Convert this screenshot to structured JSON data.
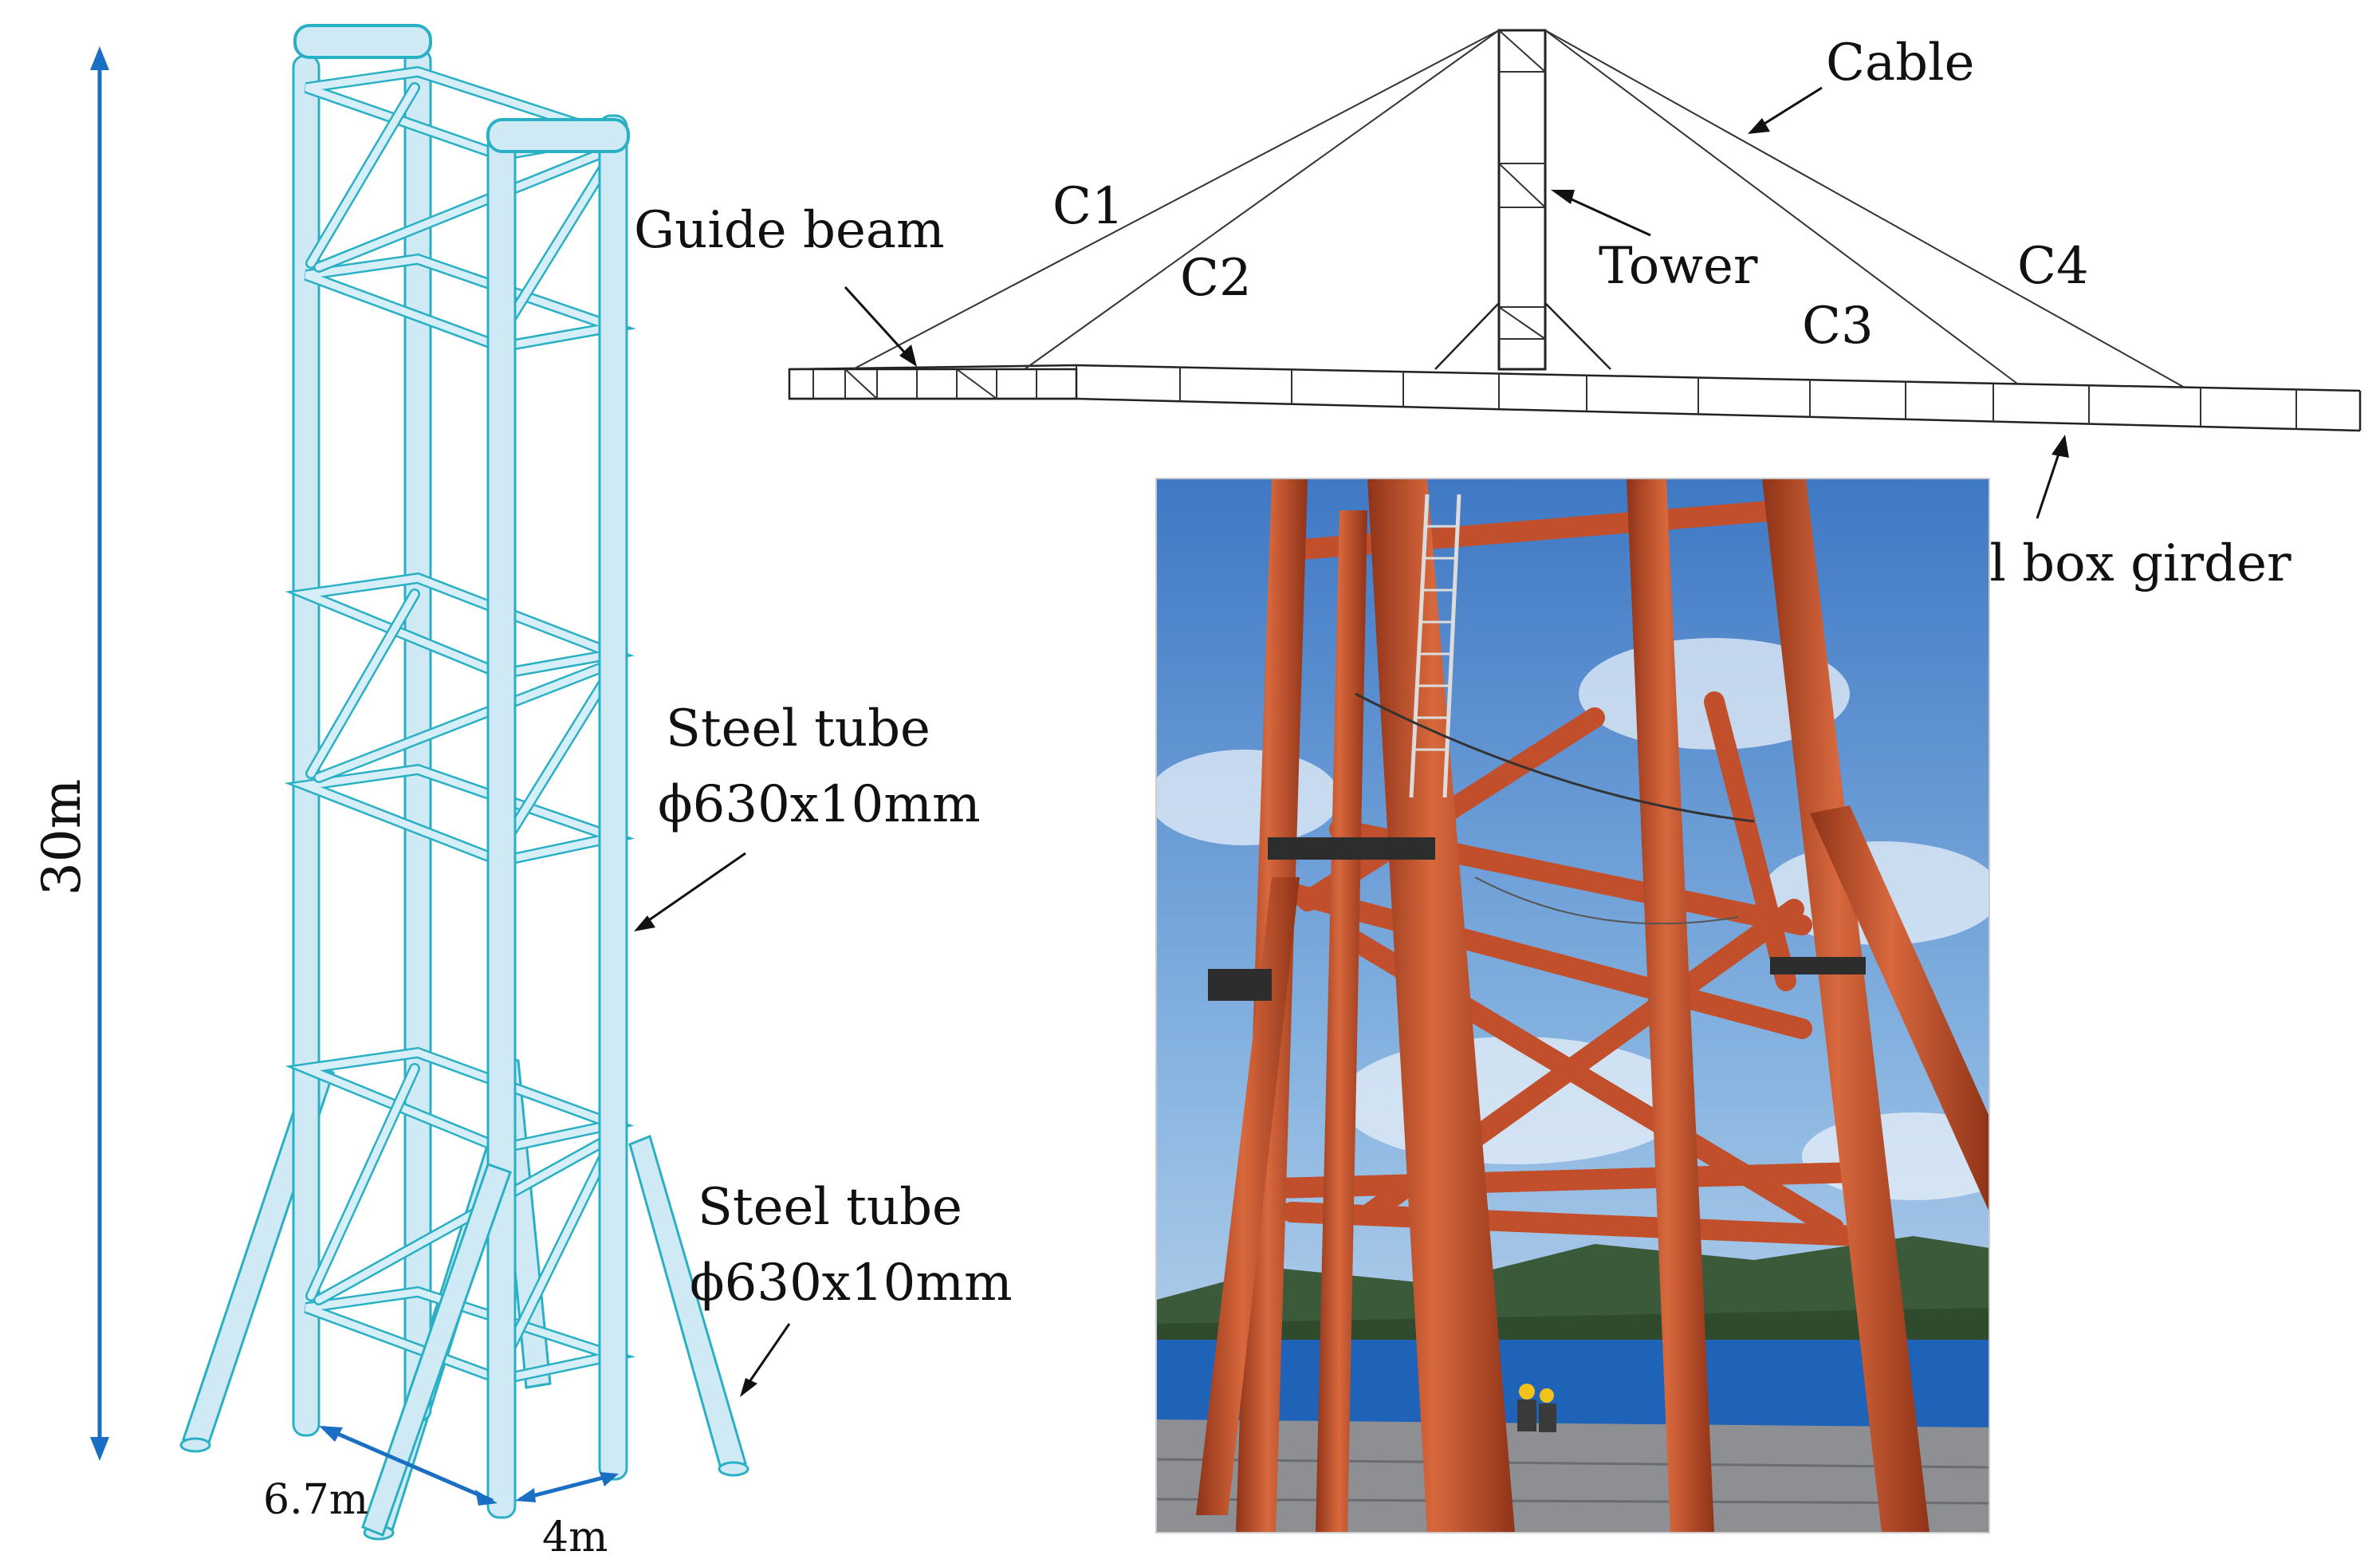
{
  "tower_model": {
    "height_label": "30m",
    "width_label_a": "6.7m",
    "width_label_b": "4m",
    "column_tube_label_1": "Steel tube",
    "column_tube_label_2": "ϕ630x10mm",
    "leg_tube_label_1": "Steel tube",
    "leg_tube_label_2": "ϕ630x10mm"
  },
  "elevation": {
    "guide_beam_label": "Guide beam",
    "cable_label": "Cable",
    "tower_label": "Tower",
    "girder_label": "Steel box girder",
    "cable_labels": [
      "C1",
      "C2",
      "C3",
      "C4"
    ]
  },
  "colors": {
    "model_tube": "#cfeaf5",
    "model_edge": "#2ab0c4",
    "dimension": "#1a6fc4",
    "steel_red": "#c9502c",
    "sky": "#4f86c9"
  },
  "photo": {
    "subject": "red steel tube tower structure on site"
  }
}
